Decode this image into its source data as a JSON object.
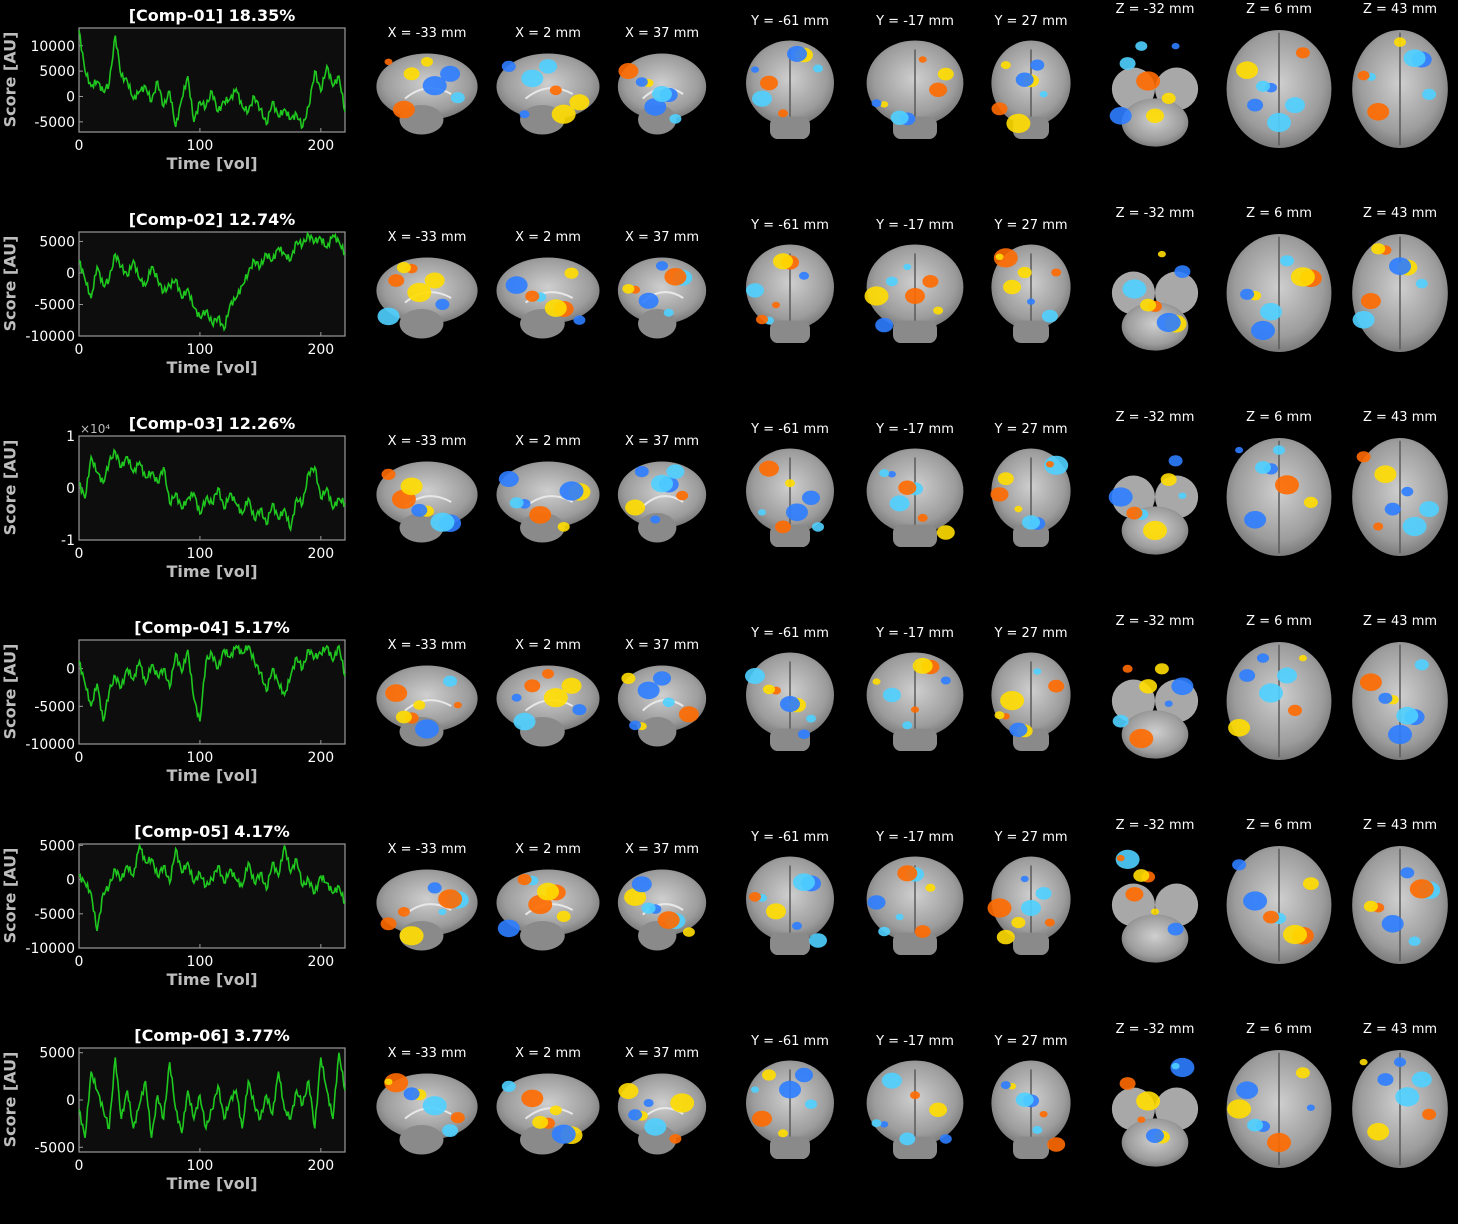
{
  "shared": {
    "xlabel": "Time [vol]",
    "ylabel": "Score [AU]",
    "xticks": [
      "0",
      "100",
      "200"
    ],
    "slice_labels": [
      "X = -33 mm",
      "X = 2 mm",
      "X = 37 mm",
      "Y = -61 mm",
      "Y = -17 mm",
      "Y = 27 mm",
      "Z = -32 mm",
      "Z = 6 mm",
      "Z = 43 mm"
    ],
    "slice_icons": [
      "sagittal-brain-slice",
      "sagittal-brain-slice",
      "sagittal-brain-slice",
      "coronal-brain-slice",
      "coronal-brain-slice",
      "coronal-brain-slice",
      "axial-brain-slice",
      "axial-brain-slice",
      "axial-brain-slice"
    ]
  },
  "colors": {
    "background": "#000000",
    "plot_bg": "#0d0d0d",
    "line": "#1fc81f",
    "axis": "#9a9a9a",
    "positive": "#ff6a00",
    "positive_hot": "#ffdd00",
    "negative": "#2d7dff",
    "negative_cold": "#4fd0ff",
    "brain_gray": "#9a9a9a"
  },
  "chart_data": [
    {
      "type": "line",
      "title": "[Comp-01] 18.35%",
      "xlabel": "Time [vol]",
      "ylabel": "Score [AU]",
      "xlim": [
        0,
        220
      ],
      "ylim": [
        -7000,
        13500
      ],
      "yticks": [
        10000,
        5000,
        0,
        -5000
      ],
      "ytick_labels": [
        "10000",
        "5000",
        "0",
        "-5000"
      ],
      "exponent": "",
      "series": [
        {
          "x": [
            0,
            5,
            10,
            15,
            20,
            25,
            30,
            35,
            40,
            45,
            50,
            55,
            60,
            65,
            70,
            75,
            80,
            85,
            90,
            95,
            100,
            105,
            110,
            115,
            120,
            125,
            130,
            135,
            140,
            145,
            150,
            155,
            160,
            165,
            170,
            175,
            180,
            185,
            190,
            195,
            200,
            205,
            210,
            215,
            220
          ],
          "y": [
            13000,
            5000,
            2000,
            3000,
            1000,
            2500,
            12000,
            4000,
            3000,
            -500,
            1000,
            2000,
            -1000,
            3000,
            -2000,
            1000,
            -6000,
            -500,
            4000,
            -5000,
            -1000,
            -2000,
            1000,
            -3000,
            -1000,
            -500,
            1500,
            -2000,
            -3000,
            0,
            -2500,
            -5500,
            -1000,
            -4000,
            -2500,
            -4500,
            -3500,
            -6000,
            -2000,
            5000,
            1000,
            6000,
            2000,
            4000,
            -3000
          ]
        }
      ]
    },
    {
      "type": "line",
      "title": "[Comp-02] 12.74%",
      "xlabel": "Time [vol]",
      "ylabel": "Score [AU]",
      "xlim": [
        0,
        220
      ],
      "ylim": [
        -10000,
        6500
      ],
      "yticks": [
        5000,
        0,
        -5000,
        -10000
      ],
      "ytick_labels": [
        "5000",
        "0",
        "-5000",
        "-10000"
      ],
      "exponent": "",
      "series": [
        {
          "x": [
            0,
            5,
            10,
            15,
            20,
            25,
            30,
            35,
            40,
            45,
            50,
            55,
            60,
            65,
            70,
            75,
            80,
            85,
            90,
            95,
            100,
            105,
            110,
            115,
            120,
            125,
            130,
            135,
            140,
            145,
            150,
            155,
            160,
            165,
            170,
            175,
            180,
            185,
            190,
            195,
            200,
            205,
            210,
            215,
            220
          ],
          "y": [
            2000,
            -1000,
            -4000,
            1000,
            -2000,
            -1000,
            3000,
            1000,
            -500,
            2000,
            -1000,
            -2000,
            1000,
            -1000,
            -3000,
            -2000,
            -1000,
            -4000,
            -2500,
            -5500,
            -7000,
            -6000,
            -8000,
            -7000,
            -9000,
            -5000,
            -4000,
            -2000,
            0,
            2000,
            1000,
            3000,
            2000,
            4000,
            3000,
            2000,
            5000,
            4500,
            6000,
            5000,
            5500,
            4000,
            6000,
            5000,
            3000
          ]
        }
      ]
    },
    {
      "type": "line",
      "title": "[Comp-03] 12.26%",
      "xlabel": "Time [vol]",
      "ylabel": "Score [AU]",
      "xlim": [
        0,
        220
      ],
      "ylim": [
        -1,
        1
      ],
      "yticks": [
        1,
        0,
        -1
      ],
      "ytick_labels": [
        "1",
        "0",
        "-1"
      ],
      "exponent": "×10⁴",
      "series": [
        {
          "x": [
            0,
            5,
            10,
            15,
            20,
            25,
            30,
            35,
            40,
            45,
            50,
            55,
            60,
            65,
            70,
            75,
            80,
            85,
            90,
            95,
            100,
            105,
            110,
            115,
            120,
            125,
            130,
            135,
            140,
            145,
            150,
            155,
            160,
            165,
            170,
            175,
            180,
            185,
            190,
            195,
            200,
            205,
            210,
            215,
            220
          ],
          "y": [
            0.1,
            -0.2,
            0.6,
            0.3,
            0.1,
            0.5,
            0.7,
            0.4,
            0.6,
            0.3,
            0.5,
            0.2,
            0.3,
            0.1,
            0.4,
            -0.3,
            -0.1,
            -0.4,
            -0.2,
            -0.1,
            -0.5,
            -0.2,
            -0.3,
            0.0,
            -0.4,
            -0.1,
            -0.3,
            -0.5,
            -0.2,
            -0.6,
            -0.4,
            -0.7,
            -0.3,
            -0.6,
            -0.4,
            -0.8,
            -0.2,
            -0.3,
            0.3,
            0.4,
            -0.2,
            0.0,
            -0.4,
            -0.2,
            -0.3
          ]
        }
      ]
    },
    {
      "type": "line",
      "title": "[Comp-04] 5.17%",
      "xlabel": "Time [vol]",
      "ylabel": "Score [AU]",
      "xlim": [
        0,
        220
      ],
      "ylim": [
        -10000,
        3800
      ],
      "yticks": [
        0,
        -5000,
        -10000
      ],
      "ytick_labels": [
        "0",
        "-5000",
        "-10000"
      ],
      "exponent": "",
      "series": [
        {
          "x": [
            0,
            5,
            10,
            15,
            20,
            25,
            30,
            35,
            40,
            45,
            50,
            55,
            60,
            65,
            70,
            75,
            80,
            85,
            90,
            95,
            100,
            105,
            110,
            115,
            120,
            125,
            130,
            135,
            140,
            145,
            150,
            155,
            160,
            165,
            170,
            175,
            180,
            185,
            190,
            195,
            200,
            205,
            210,
            215,
            220
          ],
          "y": [
            1000,
            -2000,
            -5000,
            -2000,
            -7000,
            -3000,
            -1000,
            -2500,
            0,
            -1500,
            1000,
            -2000,
            500,
            -1000,
            0,
            -2500,
            2000,
            -500,
            2500,
            -4000,
            -7000,
            1000,
            2000,
            0,
            2500,
            1500,
            3000,
            2000,
            3000,
            1000,
            -500,
            -3000,
            0,
            -2000,
            -3500,
            -1000,
            1500,
            0,
            2500,
            1500,
            2000,
            3000,
            1000,
            3000,
            -1000
          ]
        }
      ]
    },
    {
      "type": "line",
      "title": "[Comp-05] 4.17%",
      "xlabel": "Time [vol]",
      "ylabel": "Score [AU]",
      "xlim": [
        0,
        220
      ],
      "ylim": [
        -10000,
        5200
      ],
      "yticks": [
        5000,
        0,
        -5000,
        -10000
      ],
      "ytick_labels": [
        "5000",
        "0",
        "-5000",
        "-10000"
      ],
      "exponent": "",
      "series": [
        {
          "x": [
            0,
            5,
            10,
            15,
            20,
            25,
            30,
            35,
            40,
            45,
            50,
            55,
            60,
            65,
            70,
            75,
            80,
            85,
            90,
            95,
            100,
            105,
            110,
            115,
            120,
            125,
            130,
            135,
            140,
            145,
            150,
            155,
            160,
            165,
            170,
            175,
            180,
            185,
            190,
            195,
            200,
            205,
            210,
            215,
            220
          ],
          "y": [
            500,
            -500,
            -2000,
            -7500,
            -2000,
            -1000,
            1500,
            0,
            2000,
            500,
            5000,
            2500,
            3000,
            500,
            2000,
            -500,
            4500,
            1000,
            2500,
            -500,
            1000,
            -1000,
            0,
            2000,
            -500,
            1500,
            0,
            -1000,
            2500,
            -500,
            1000,
            -1500,
            2500,
            500,
            5000,
            1000,
            3000,
            -1000,
            0,
            -2000,
            500,
            -500,
            -2000,
            -1000,
            -3500
          ]
        }
      ]
    },
    {
      "type": "line",
      "title": "[Comp-06] 3.77%",
      "xlabel": "Time [vol]",
      "ylabel": "Score [AU]",
      "xlim": [
        0,
        220
      ],
      "ylim": [
        -5500,
        5500
      ],
      "yticks": [
        5000,
        0,
        -5000
      ],
      "ytick_labels": [
        "5000",
        "0",
        "-5000"
      ],
      "exponent": "",
      "series": [
        {
          "x": [
            0,
            5,
            10,
            15,
            20,
            25,
            30,
            35,
            40,
            45,
            50,
            55,
            60,
            65,
            70,
            75,
            80,
            85,
            90,
            95,
            100,
            105,
            110,
            115,
            120,
            125,
            130,
            135,
            140,
            145,
            150,
            155,
            160,
            165,
            170,
            175,
            180,
            185,
            190,
            195,
            200,
            205,
            210,
            215,
            220
          ],
          "y": [
            -1000,
            -4000,
            3000,
            1000,
            -1000,
            -3000,
            4500,
            -2000,
            1000,
            -3000,
            -500,
            2000,
            -4000,
            500,
            -2000,
            4000,
            -1000,
            -3500,
            1000,
            -2000,
            500,
            -3000,
            -1000,
            1500,
            -2000,
            0,
            1000,
            -3000,
            2000,
            -500,
            -2000,
            500,
            -1500,
            3000,
            -1000,
            -2000,
            1000,
            -500,
            2000,
            -3000,
            4500,
            1000,
            -2000,
            5000,
            1000
          ]
        }
      ]
    }
  ]
}
